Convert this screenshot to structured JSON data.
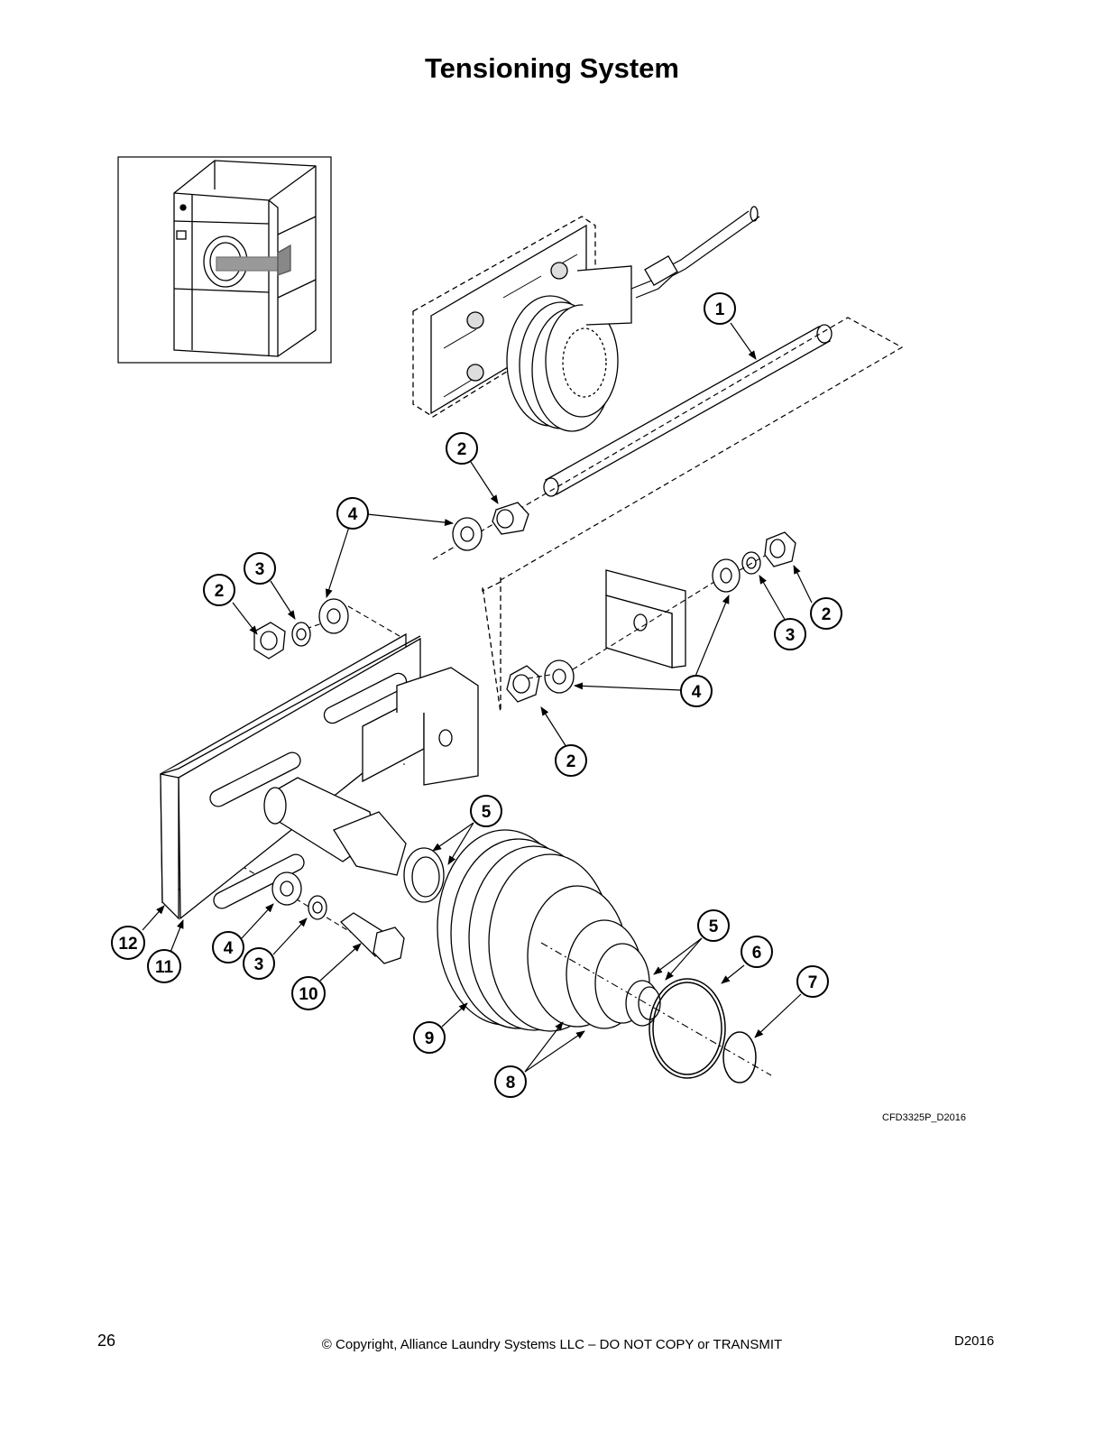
{
  "page": {
    "title": "Tensioning System",
    "drawing_code": "CFD3325P_D2016",
    "page_number": "26",
    "copyright": "© Copyright, Alliance Laundry Systems LLC – DO NOT COPY or TRANSMIT",
    "doc_id": "D2016"
  },
  "callouts": [
    "1",
    "2",
    "2",
    "2",
    "2",
    "3",
    "3",
    "3",
    "4",
    "4",
    "4",
    "4",
    "5",
    "5",
    "6",
    "7",
    "8",
    "9",
    "10",
    "11",
    "12"
  ]
}
